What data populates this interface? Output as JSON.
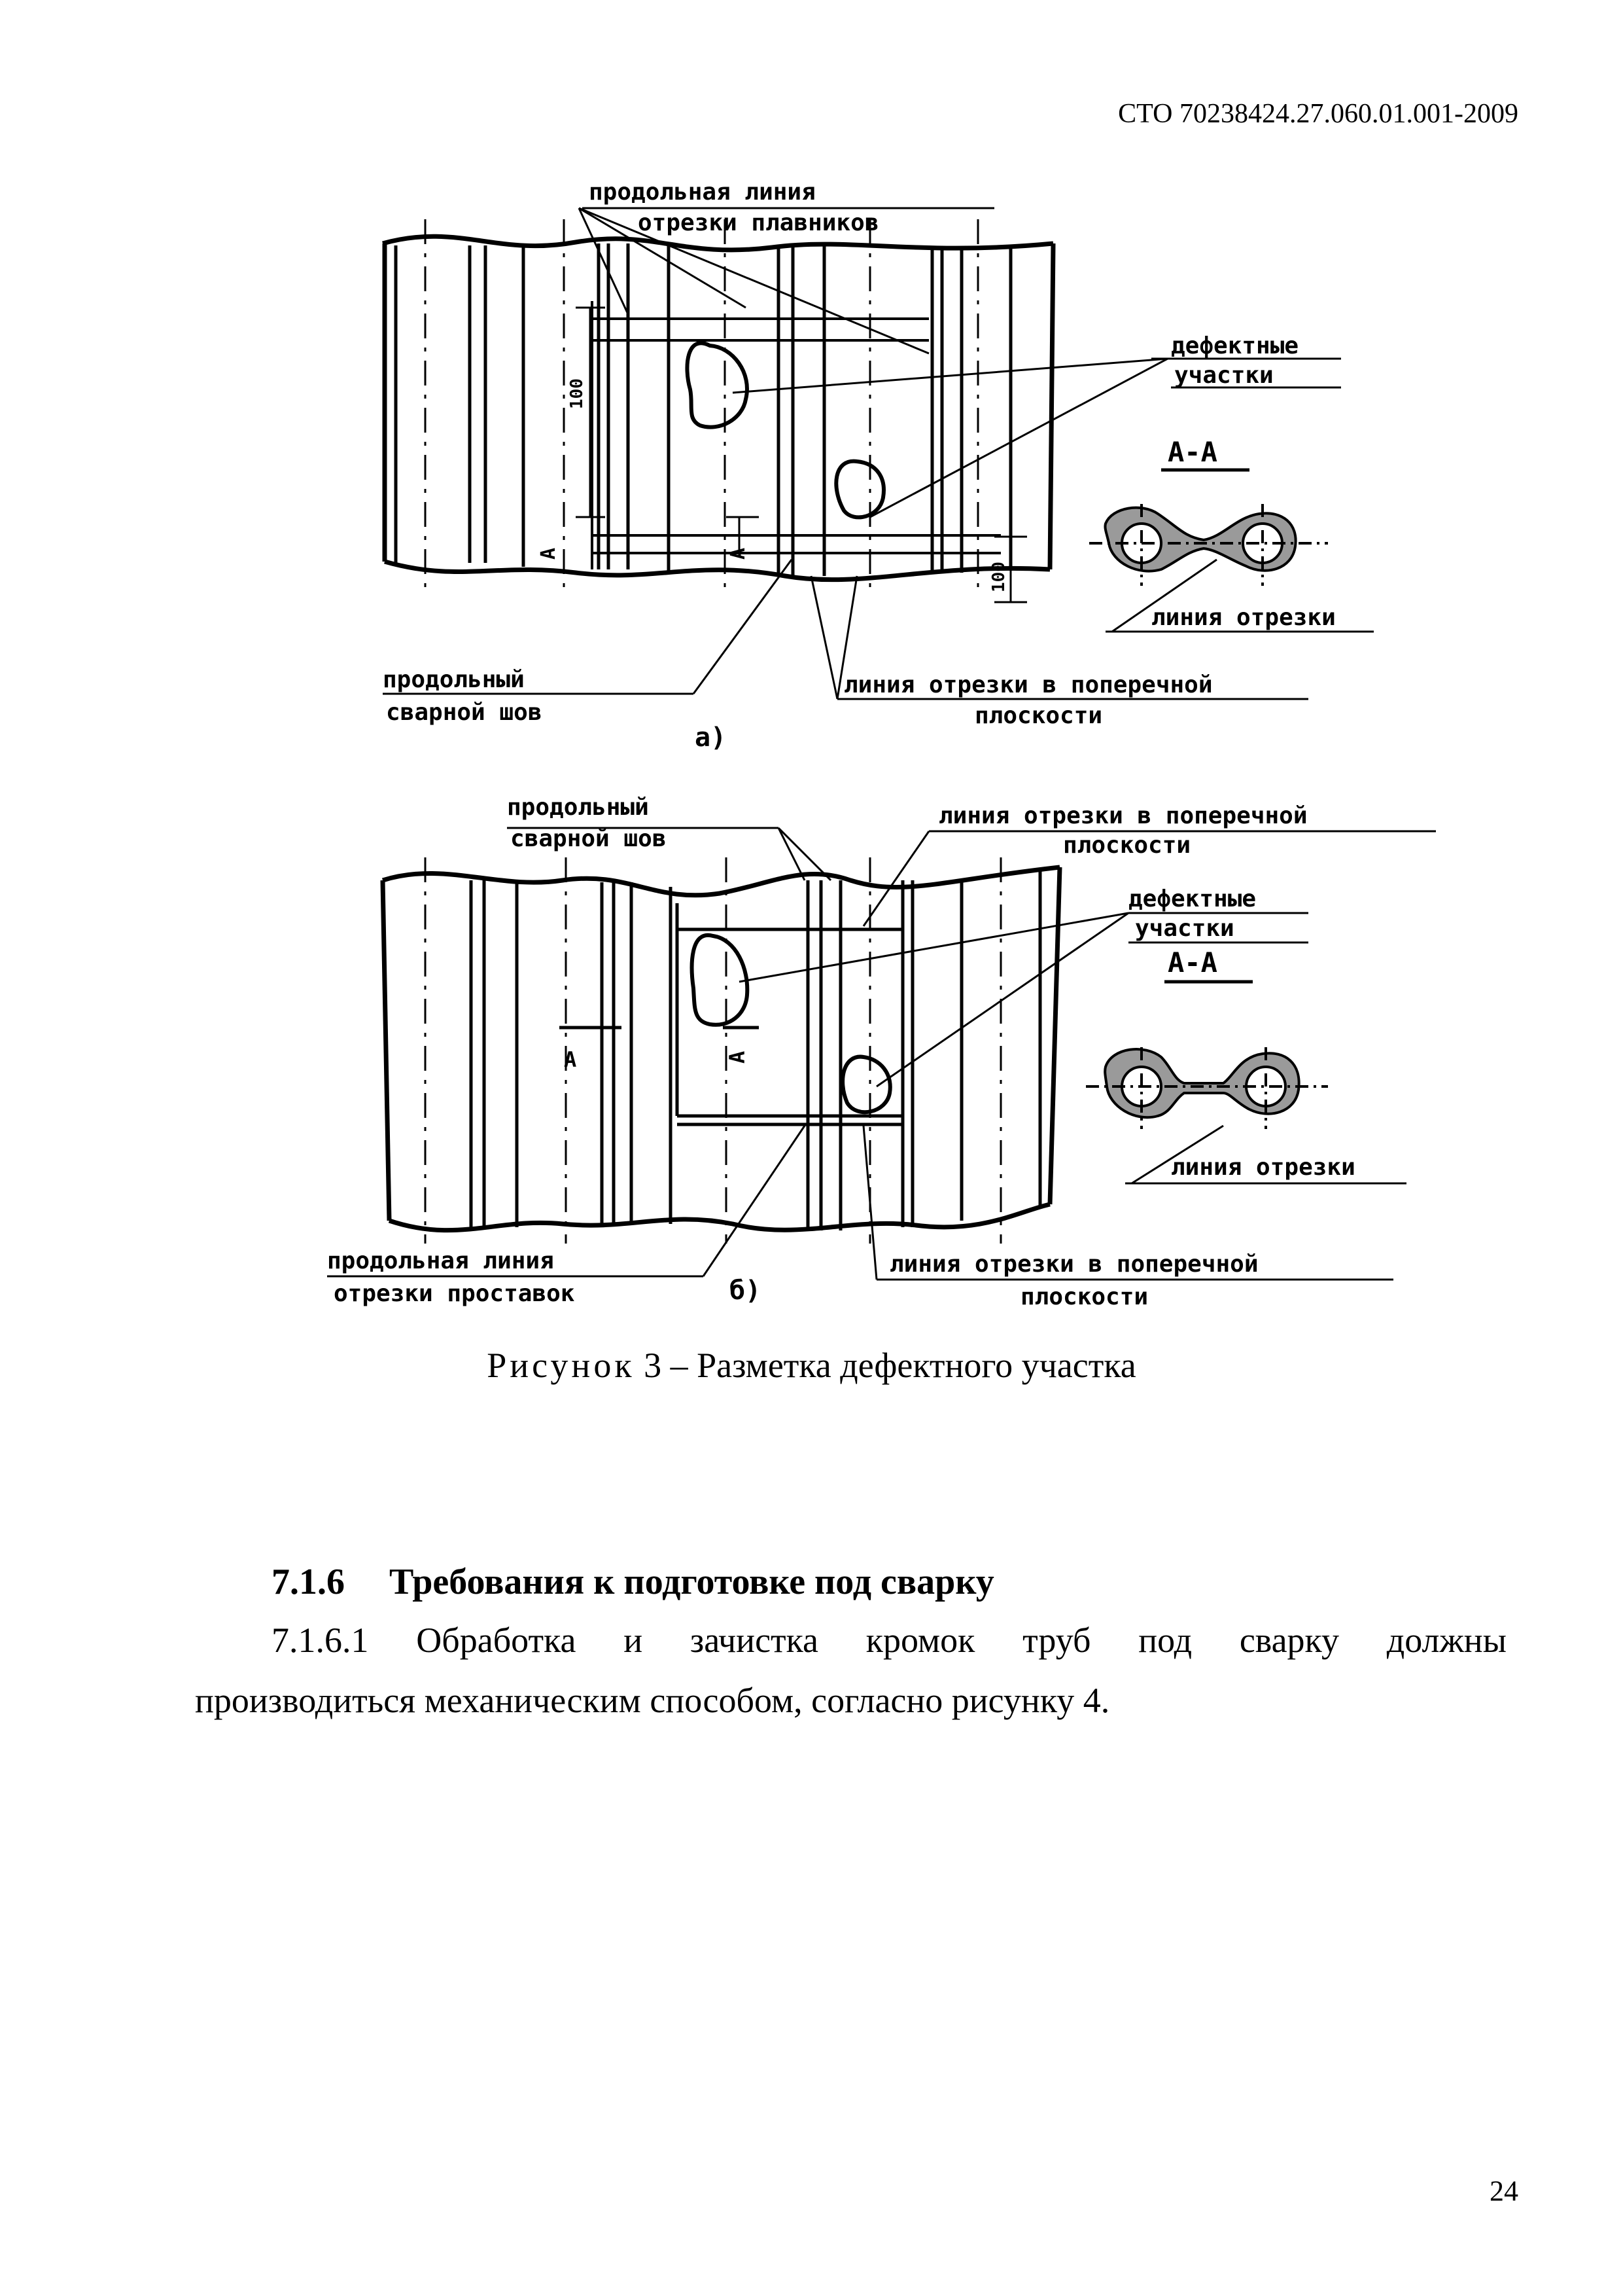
{
  "header": {
    "doc_code": "СТО 70238424.27.060.01.001-2009"
  },
  "figure": {
    "a": {
      "label_fin_cut_1": "продольная линия",
      "label_fin_cut_2": "отрезки плавников",
      "label_defects_1": "дефектные",
      "label_defects_2": "участки",
      "section_label": "А-А",
      "label_cut_line": "линия отрезки",
      "label_seam_1": "продольный",
      "label_seam_2": "сварной шов",
      "label_transverse_1": "линия отрезки в поперечной",
      "label_transverse_2": "плоскости",
      "dim_100_a": "100",
      "dim_100_b": "100",
      "section_mark_left": "А",
      "section_mark_right": "А",
      "sublabel": "а)"
    },
    "b": {
      "label_seam_1": "продольный",
      "label_seam_2": "сварной шов",
      "label_transverse_top_1": "линия отрезки в поперечной",
      "label_transverse_top_2": "плоскости",
      "label_defects_1": "дефектные",
      "label_defects_2": "участки",
      "section_label": "А-А",
      "label_cut_line": "линия отрезки",
      "label_spacer_cut_1": "продольная линия",
      "label_spacer_cut_2": "отрезки проставок",
      "label_transverse_bottom_1": "линия отрезки в поперечной",
      "label_transverse_bottom_2": "плоскости",
      "section_mark_left": "А",
      "section_mark_right": "А",
      "sublabel": "б)"
    },
    "caption_prefix": "Рисунок",
    "caption_rest": " 3 – Разметка дефектного участка"
  },
  "section": {
    "number": "7.1.6",
    "title": "Требования к подготовке под сварку"
  },
  "paragraph": {
    "line1": "7.1.6.1 Обработка и зачистка кромок труб под сварку должны",
    "line2": "производиться механическим способом, согласно рисунку 4."
  },
  "page_number": "24"
}
